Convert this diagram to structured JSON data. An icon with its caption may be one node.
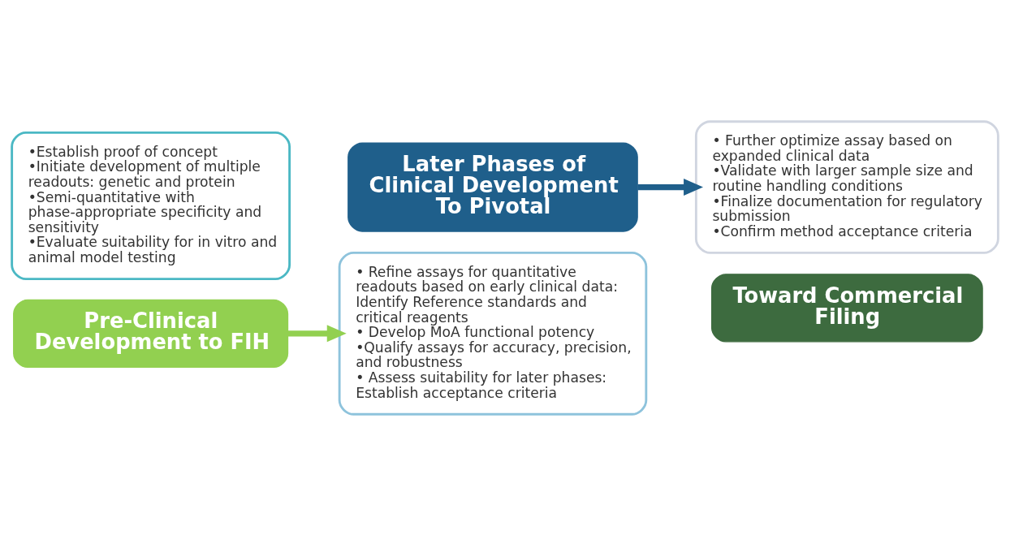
{
  "diagram": {
    "nodes": [
      {
        "text": [
          "•Establish proof of concept",
          "•Initiate development of multiple readouts: genetic and protein",
          "•Semi-quantitative with phase-appropriate specificity and sensitivity",
          "•Evaluate suitability for in vitro and animal model testing"
        ]
      },
      {
        "text": [
          "Pre-Clinical Development to FIH"
        ]
      },
      {
        "text": [
          "Later Phases of Clinical Development To Pivotal"
        ]
      },
      {
        "text": [
          "• Refine assays for quantitative readouts based on early clinical data: Identify Reference standards and critical reagents",
          "• Develop MoA functional potency",
          "•Qualify assays for accuracy, precision, and robustness",
          "• Assess suitability for later phases: Establish acceptance criteria"
        ]
      },
      {
        "text": [
          "• Further optimize assay based on expanded clinical data",
          "•Validate with larger sample size and routine handling conditions",
          "•Finalize documentation for regulatory submission",
          "•Confirm method acceptance criteria"
        ]
      },
      {
        "text": [
          "Toward Commercial Filing"
        ]
      }
    ],
    "edges": [
      {
        "from": 1,
        "to": 3,
        "arrow": "to",
        "color": "#92d050"
      },
      {
        "from": 2,
        "to": 4,
        "arrow": "to",
        "color": "#1f5f8b"
      }
    ]
  }
}
